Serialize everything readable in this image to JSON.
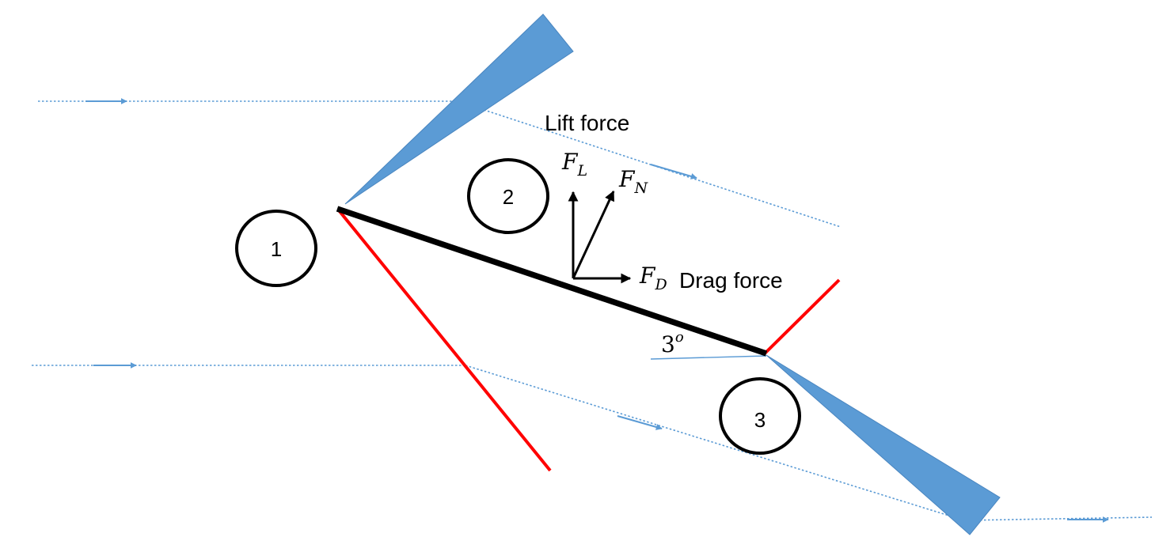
{
  "regions": [
    {
      "id": "region-1",
      "label": "1"
    },
    {
      "id": "region-2",
      "label": "2"
    },
    {
      "id": "region-3",
      "label": "3"
    }
  ],
  "forces": {
    "lift": {
      "symbol": "F",
      "subscript": "L",
      "name": "Lift force"
    },
    "normal": {
      "symbol": "F",
      "subscript": "N"
    },
    "drag": {
      "symbol": "F",
      "subscript": "D",
      "name": "Drag force"
    }
  },
  "angle": {
    "value": "3",
    "unit": "o"
  },
  "colors": {
    "plate": "#000000",
    "shock": "#ff0000",
    "expansion_fan": "#5b9bd5",
    "streamline": "#5b9bd5",
    "force_arrow": "#000000"
  }
}
